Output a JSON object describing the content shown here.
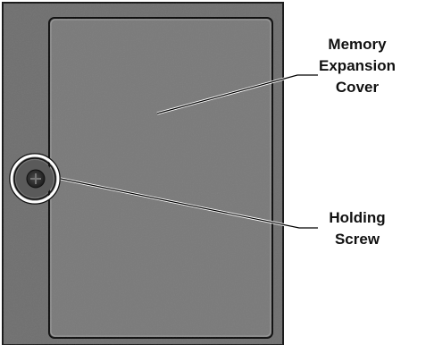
{
  "callouts": {
    "memory_cover": {
      "lines": [
        "Memory",
        "Expansion",
        "Cover"
      ]
    },
    "holding_screw": {
      "lines": [
        "Holding",
        "Screw"
      ]
    }
  },
  "colors": {
    "panel_outer": "#6e6e6e",
    "panel_inner": "#7a7a7a",
    "cover_border": "#111111",
    "leader_line": "#000000",
    "screw_ring": "#ffffff",
    "screw_head": "#2a2a2a"
  },
  "icons": {
    "screw": "screw-icon"
  }
}
